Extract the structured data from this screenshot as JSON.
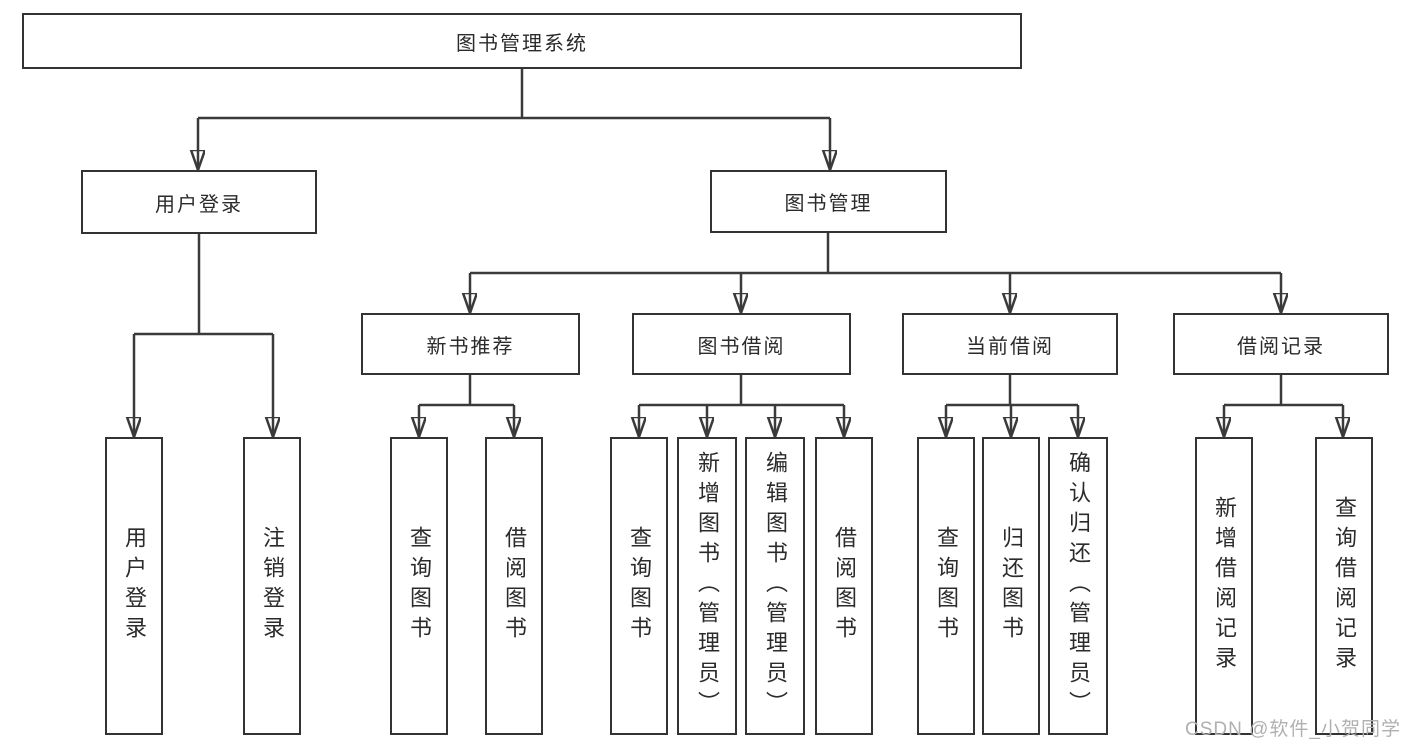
{
  "diagram": {
    "root": {
      "label": "图书管理系统"
    },
    "level2": [
      {
        "label": "用户登录",
        "children": [
          {
            "label": "用户登录"
          },
          {
            "label": "注销登录"
          }
        ]
      },
      {
        "label": "图书管理",
        "sections": [
          {
            "label": "新书推荐",
            "children": [
              {
                "label": "查询图书"
              },
              {
                "label": "借阅图书"
              }
            ]
          },
          {
            "label": "图书借阅",
            "children": [
              {
                "label": "查询图书"
              },
              {
                "label": "新增图书（管理员）"
              },
              {
                "label": "编辑图书（管理员）"
              },
              {
                "label": "借阅图书"
              }
            ]
          },
          {
            "label": "当前借阅",
            "children": [
              {
                "label": "查询图书"
              },
              {
                "label": "归还图书"
              },
              {
                "label": "确认归还（管理员）"
              }
            ]
          },
          {
            "label": "借阅记录",
            "children": [
              {
                "label": "新增借阅记录"
              },
              {
                "label": "查询借阅记录"
              }
            ]
          }
        ]
      }
    ]
  },
  "watermark": "CSDN @软件_小贺同学",
  "colors": {
    "line": "#3a3a3a",
    "box_border": "#333333",
    "text": "#2b2b2b",
    "watermark": "#b0b0b0",
    "background": "#ffffff"
  }
}
